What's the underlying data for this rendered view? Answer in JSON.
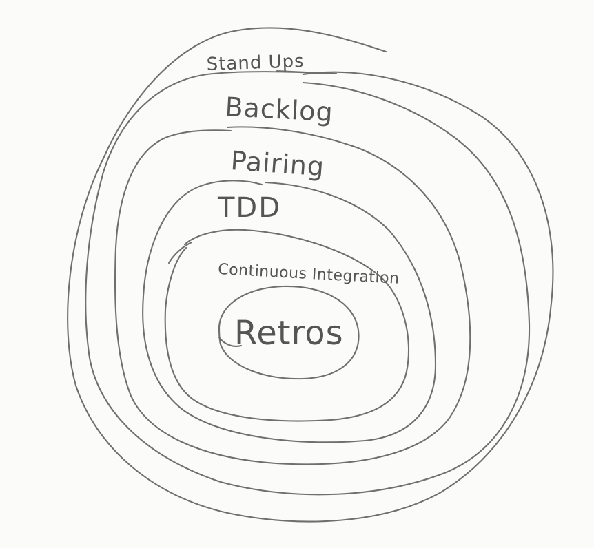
{
  "diagram": {
    "layers": [
      {
        "label": "Stand Ups"
      },
      {
        "label": "Backlog"
      },
      {
        "label": "Pairing"
      },
      {
        "label": "TDD"
      },
      {
        "label": "Continuous Integration"
      },
      {
        "label": "Retros"
      }
    ]
  }
}
